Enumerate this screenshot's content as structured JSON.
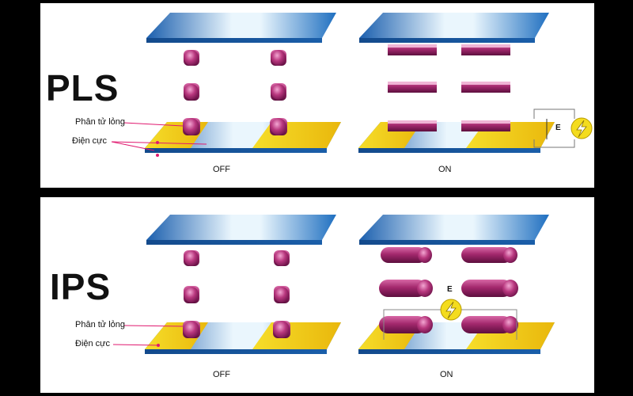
{
  "panels": [
    {
      "id": "pls",
      "title": "PLS",
      "labels": {
        "molecule": "Phân tử lỏng",
        "electrode": "Điện cực"
      },
      "states": {
        "off": "OFF",
        "on": "ON"
      },
      "field_label": "E",
      "field_icon": "lightning-bolt-icon"
    },
    {
      "id": "ips",
      "title": "IPS",
      "labels": {
        "molecule": "Phân tử lỏng",
        "electrode": "Điện cực"
      },
      "states": {
        "off": "OFF",
        "on": "ON"
      },
      "field_label": "E",
      "field_icon": "lightning-bolt-icon"
    }
  ],
  "colors": {
    "plate_dark": "#1e63b4",
    "plate_light": "#eaf6fd",
    "electrode": "#f3d21c",
    "molecule": "#a3286d",
    "molecule_light": "#e279b7",
    "bolt_fill": "#f4dc1e",
    "callout_line": "#e0196f"
  }
}
